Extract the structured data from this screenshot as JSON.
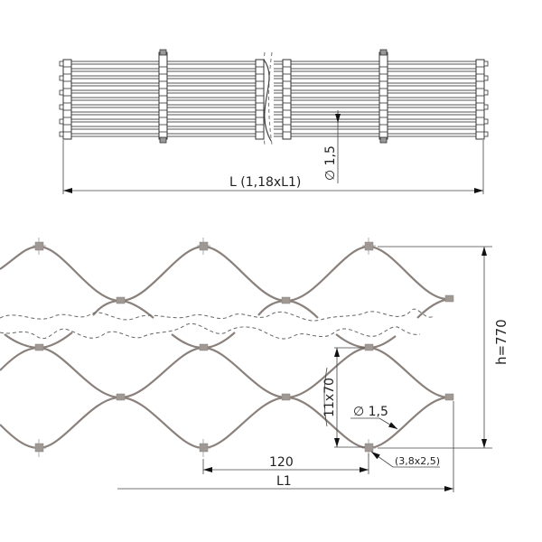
{
  "drawing": {
    "type": "technical-drawing",
    "subject": "stainless steel rope mesh",
    "top_view": {
      "length_label": "L  (1,18xL1)",
      "wire_diameter_label": "∅ 1,5",
      "wire_count": 11
    },
    "mesh_view": {
      "height_label": "h=770",
      "mesh_pitch_label": "120",
      "length_label": "L1",
      "mesh_rows_label": "11x70",
      "wire_diameter_label": "∅ 1,5",
      "ferrule_label": "(3,8x2,5)"
    }
  },
  "colors": {
    "wire": "#8a817c",
    "ferrule": "#a09893",
    "line": "#333333",
    "dash": "#666666"
  }
}
